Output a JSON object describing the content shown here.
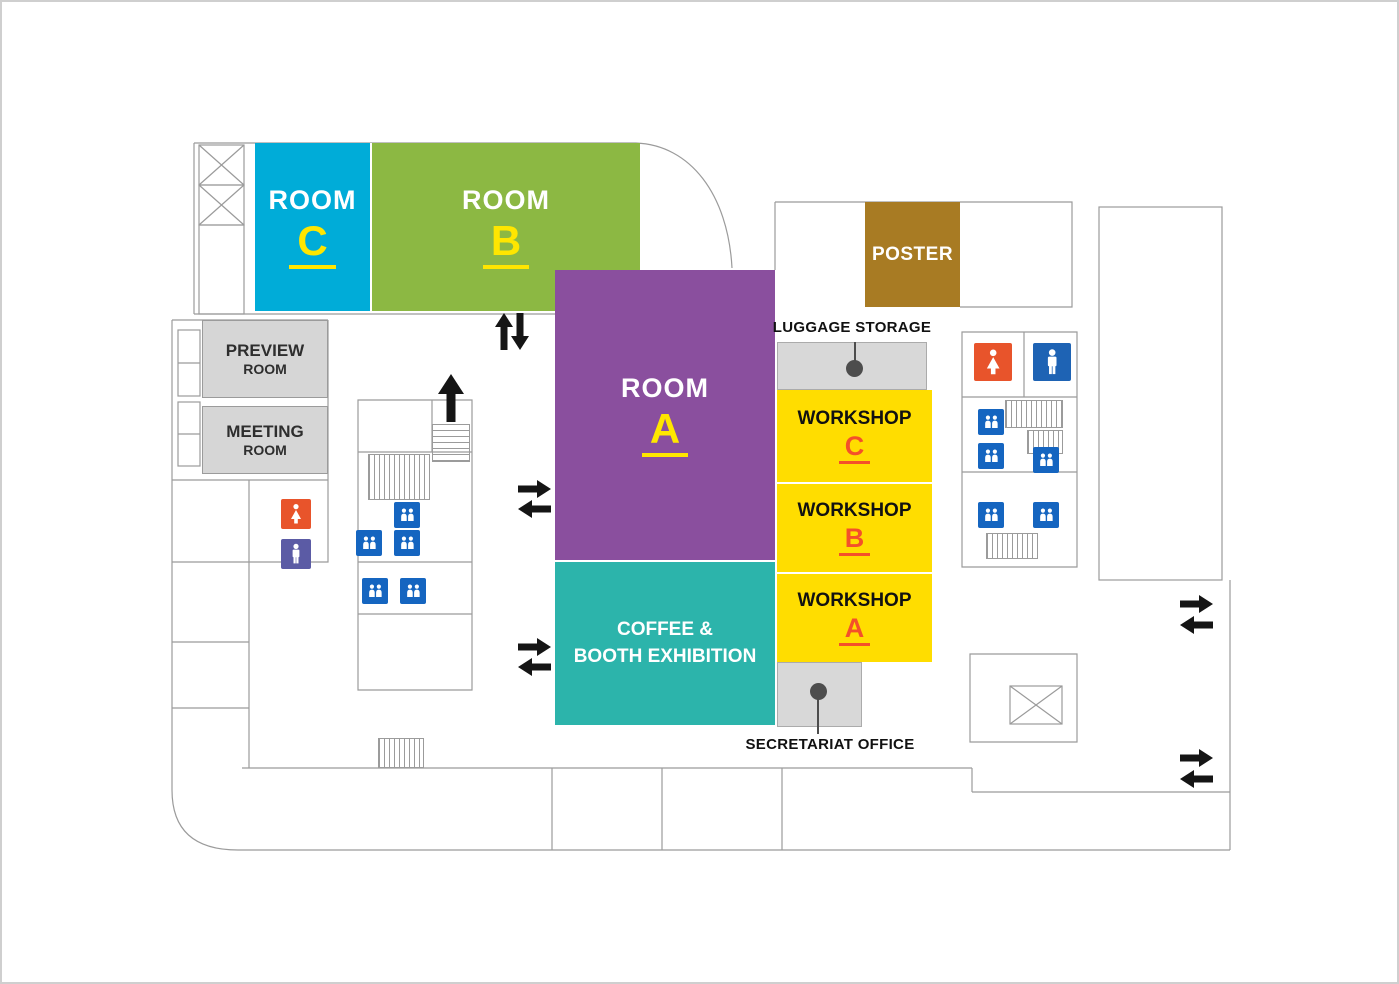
{
  "map": {
    "rooms": {
      "room_c": {
        "name": "ROOM",
        "letter": "C"
      },
      "room_b": {
        "name": "ROOM",
        "letter": "B"
      },
      "room_a": {
        "name": "ROOM",
        "letter": "A"
      },
      "poster": {
        "name": "POSTER"
      },
      "coffee": {
        "line1": "COFFEE &",
        "line2": "BOOTH EXHIBITION"
      },
      "workshop_c": {
        "name": "WORKSHOP",
        "letter": "C"
      },
      "workshop_b": {
        "name": "WORKSHOP",
        "letter": "B"
      },
      "workshop_a": {
        "name": "WORKSHOP",
        "letter": "A"
      },
      "preview": {
        "line1": "PREVIEW",
        "line2": "ROOM"
      },
      "meeting": {
        "line1": "MEETING",
        "line2": "ROOM"
      }
    },
    "labels": {
      "luggage": "LUGGAGE STORAGE",
      "secretariat": "SECRETARIAT OFFICE"
    },
    "colors": {
      "room_c": "#00ACD8",
      "room_b": "#8CB843",
      "room_a": "#8A4F9E",
      "coffee": "#2CB4AB",
      "poster": "#A87B23",
      "workshop": "#FFDD00",
      "room_letter": "#FFE600",
      "workshop_letter": "#F4502A",
      "gray_room": "#D6D6D6",
      "entrance_strip": "#D8D8D8",
      "restroom_female": "#E8542B",
      "restroom_male_left": "#5B5BA5",
      "restroom_male_right": "#1E63B4",
      "elevator_icon_bg": "#1565C0",
      "arrow": "#151515",
      "walls": "#9B9B9B"
    },
    "icons": {
      "female_restroom": "female-restroom-icon",
      "male_restroom": "male-restroom-icon",
      "elevator": "elevator-icon",
      "stairs": "stairs-hatch",
      "door": "door-dot",
      "arrows": [
        "up-arrow",
        "down-arrow",
        "right-arrow",
        "left-arrow"
      ]
    }
  }
}
